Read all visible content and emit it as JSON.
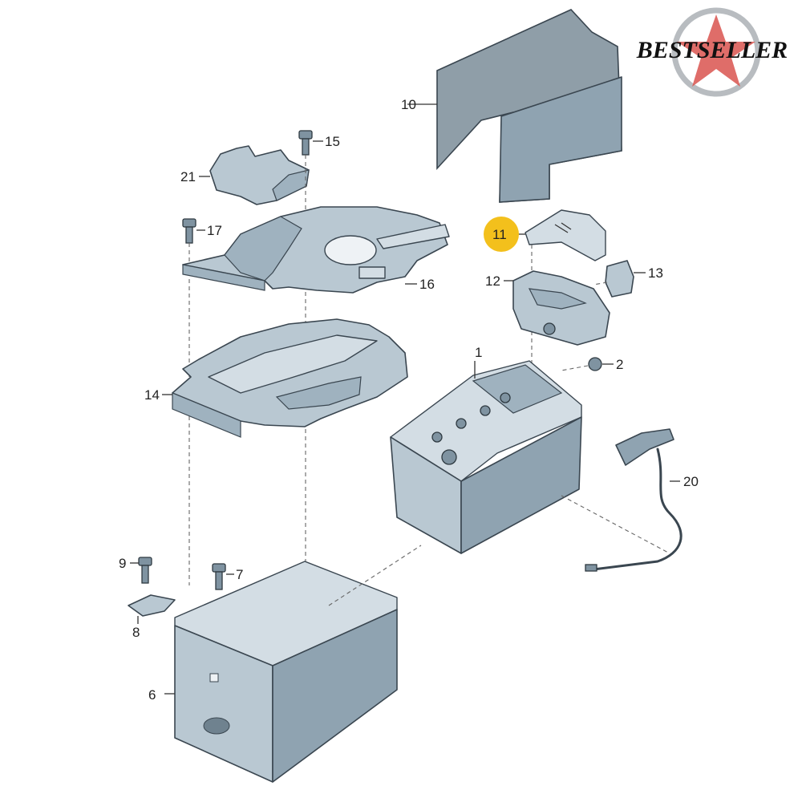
{
  "brand": {
    "logo_text": "BESTSELLER",
    "logo_colors": [
      "#1a1a1a",
      "#d9534f",
      "#9aa0a6"
    ]
  },
  "callouts": {
    "p1": "1",
    "p2": "2",
    "p6": "6",
    "p7": "7",
    "p8": "8",
    "p9": "9",
    "p10": "10",
    "p11": "11",
    "p12": "12",
    "p13": "13",
    "p14": "14",
    "p15": "15",
    "p16": "16",
    "p17": "17",
    "p20": "20",
    "p21": "21"
  },
  "highlight": {
    "callout": "11",
    "color": "#f3c01c"
  },
  "colors": {
    "part_fill": "#b9c8d2",
    "part_stroke": "#3a4650",
    "mat": "#8f9ea8"
  }
}
